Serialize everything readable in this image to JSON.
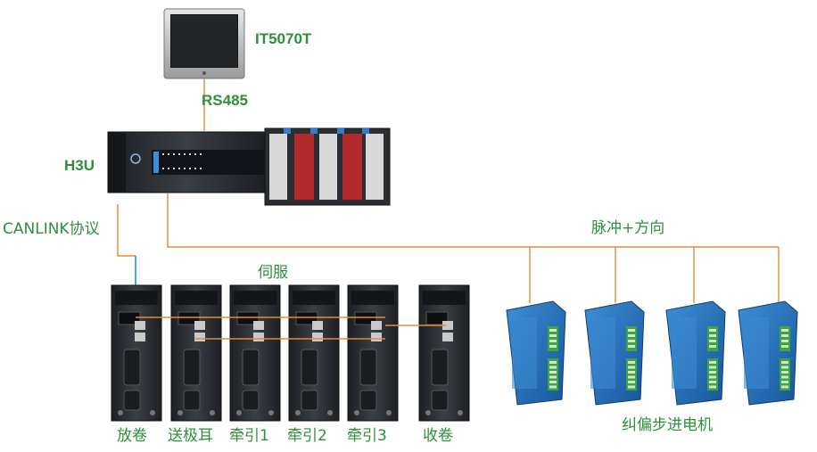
{
  "labels": {
    "hmi": "IT5070T",
    "rs485": "RS485",
    "plc": "H3U",
    "canlink": "CANLINK协议",
    "pulse_dir": "脉冲+方向",
    "servo_group": "伺服",
    "stepper_group": "纠偏步进电机"
  },
  "servos": [
    {
      "label": "放卷"
    },
    {
      "label": "送极耳"
    },
    {
      "label": "牵引1"
    },
    {
      "label": "牵引2"
    },
    {
      "label": "牵引3"
    },
    {
      "label": "收卷"
    }
  ],
  "steppers": [
    {},
    {},
    {},
    {}
  ],
  "colors": {
    "label": "#2f8f3a",
    "wire": "#e58a3a",
    "can_wire": "#1f8fd1",
    "device_dark": "#2b2f34",
    "stepper_blue": "#1e6fb8",
    "terminal_green": "#3ea446"
  }
}
